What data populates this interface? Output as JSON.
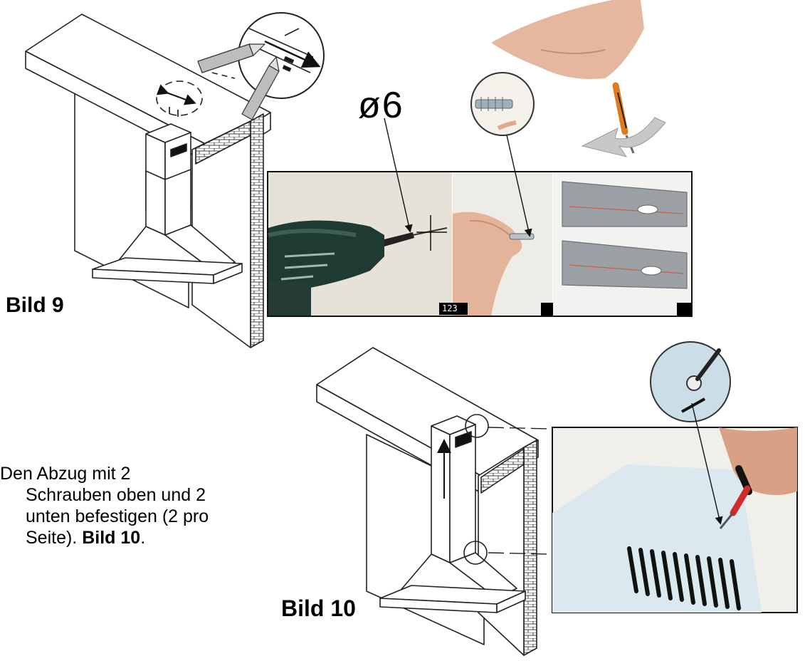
{
  "figure9": {
    "label": "Bild 9",
    "diameter": "ø6",
    "frame_tag": "123"
  },
  "figure10": {
    "label": "Bild 10"
  },
  "instruction": {
    "line1": "Den Abzug mit 2",
    "line2": "Schrauben oben und 2",
    "line3": "unten befestigen (2 pro",
    "line4_prefix": "Seite). ",
    "line4_bold": "Bild 10",
    "line4_suffix": "."
  },
  "colors": {
    "line": "#222222",
    "brick": "#444444",
    "photo_wall": "#e9e6df",
    "drill_body": "#1f3a33",
    "skin": "#e3b49a",
    "bracket": "#9aa0a3",
    "panel": "#dbe8ef"
  }
}
